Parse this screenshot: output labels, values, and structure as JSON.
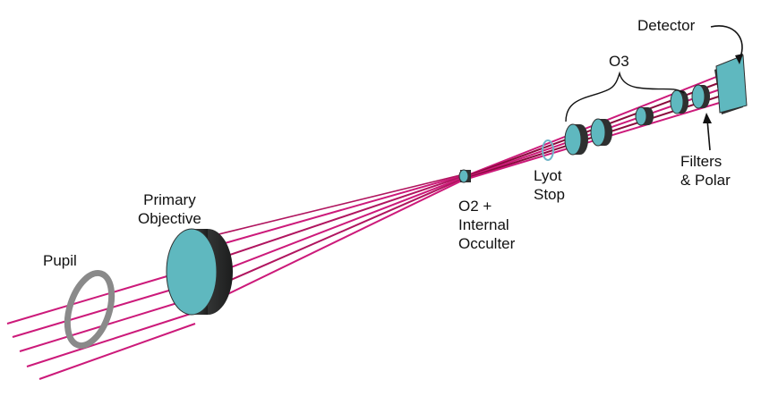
{
  "labels": {
    "pupil": "Pupil",
    "primary_objective": [
      "Primary",
      "Objective"
    ],
    "o2": [
      "O2 +",
      "Internal",
      "Occulter"
    ],
    "lyot_stop": [
      "Lyot",
      "Stop"
    ],
    "o3": "O3",
    "detector": "Detector",
    "filters_polar": [
      "Filters",
      "& Polar"
    ]
  },
  "colors": {
    "ray": "#cc1a7a",
    "ray_dark": "#8a0a3c",
    "lens_face": "#5fb8bf",
    "lens_rim": "#2e3030",
    "pupil_ring": "#8a8a8a",
    "text": "#111111"
  }
}
